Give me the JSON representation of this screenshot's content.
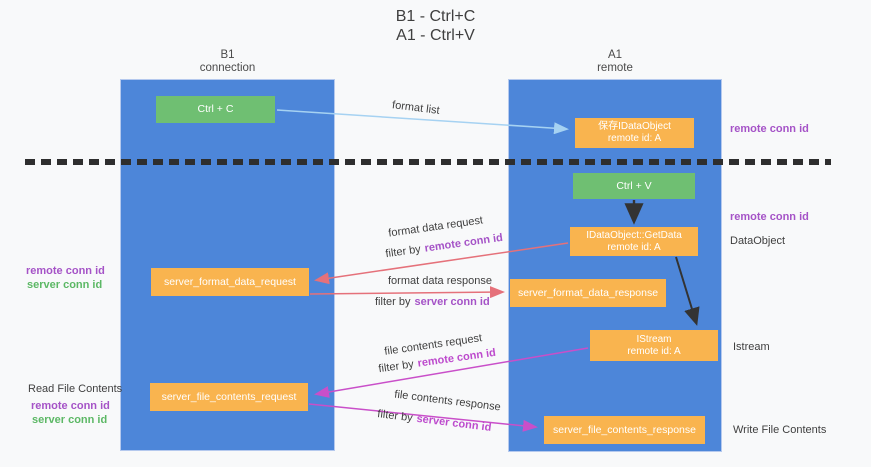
{
  "title": {
    "line1": "B1 - Ctrl+C",
    "line2": "A1 - Ctrl+V"
  },
  "columns": {
    "left": {
      "title": "B1",
      "subtitle": "connection"
    },
    "right": {
      "title": "A1",
      "subtitle": "remote"
    }
  },
  "nodes": {
    "ctrl_c": {
      "label": "Ctrl + C"
    },
    "save_dataobject": {
      "label": "保存IDataObject",
      "sublabel": "remote id: A"
    },
    "ctrl_v": {
      "label": "Ctrl + V"
    },
    "getdata": {
      "label": "IDataObject::GetData",
      "sublabel": "remote id: A"
    },
    "format_request": {
      "label": "server_format_data_request"
    },
    "format_response": {
      "label": "server_format_data_response"
    },
    "istream": {
      "label": "IStream",
      "sublabel": "remote id: A"
    },
    "file_request": {
      "label": "server_file_contents_request"
    },
    "file_response": {
      "label": "server_file_contents_response"
    }
  },
  "edge_labels": {
    "format_list": "format list",
    "format_data_request": "format data request",
    "filter_remote_1": {
      "prefix": "filter by",
      "keyword": "remote conn id"
    },
    "format_data_response": "format data response",
    "filter_server_1": {
      "prefix": "filter by",
      "keyword": "server conn id"
    },
    "file_contents_request": "file contents request",
    "filter_remote_2": {
      "prefix": "filter by",
      "keyword": "remote conn id"
    },
    "file_contents_response": "file contents response",
    "filter_server_2": {
      "prefix": "filter by",
      "keyword": "server conn id"
    }
  },
  "side_labels": {
    "remote_conn_right_1": "remote conn id",
    "remote_conn_right_2": "remote conn id",
    "dataobject": "DataObject",
    "istream": "Istream",
    "write_file": "Write File Contents",
    "read_file": "Read File Contents",
    "remote_conn_left_1": "remote conn id",
    "server_conn_left_1": "server conn id",
    "remote_conn_left_2": "remote conn id",
    "server_conn_left_2": "server conn id"
  },
  "colors": {
    "column_blue": "#4d86d9",
    "node_green": "#6fbf72",
    "node_orange": "#f9b44f",
    "arrow_red": "#e5717a",
    "arrow_magenta": "#c94fc9",
    "arrow_light_blue": "#a6d2f2",
    "arrow_black": "#333333",
    "text_purple": "#a553c7",
    "text_green": "#5cb865"
  }
}
